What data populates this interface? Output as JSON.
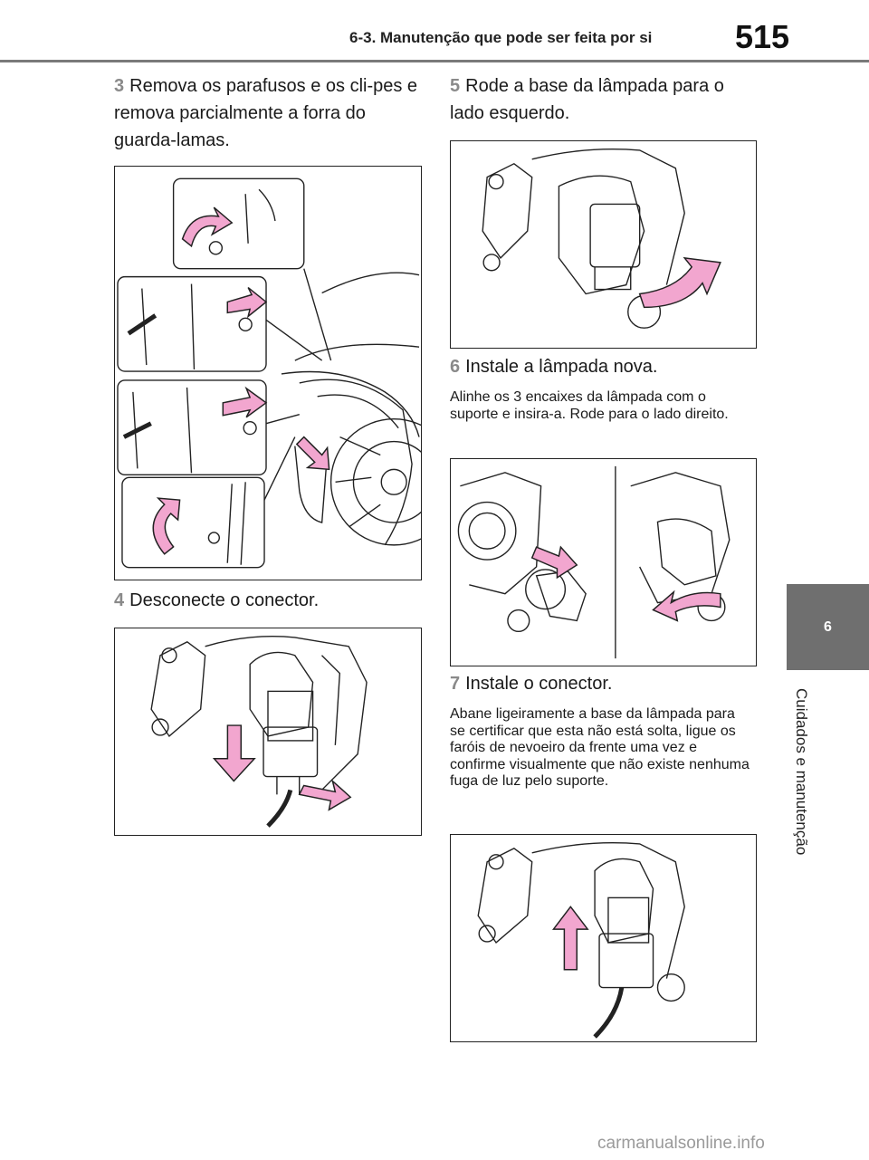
{
  "header": {
    "section_title": "6-3. Manutenção que pode ser feita por si",
    "page_number": "515"
  },
  "side_tab": {
    "chapter_number": "6",
    "chapter_label": "Cuidados e manutenção"
  },
  "steps": [
    {
      "number": "3",
      "text": "Remova os parafusos e os cli-pes e remova parcialmente a forra do guarda-lamas."
    },
    {
      "number": "4",
      "text": "Desconecte o conector."
    },
    {
      "number": "5",
      "text": "Rode a base da lâmpada para o lado esquerdo."
    },
    {
      "number": "6",
      "text": "Instale a lâmpada nova.",
      "note": "Alinhe os 3 encaixes da lâmpada com o suporte e insira-a. Rode para o lado direito."
    },
    {
      "number": "7",
      "text": "Instale o conector.",
      "note": "Abane ligeiramente a base da lâmpada para se certificar que esta não está solta, ligue os faróis de nevoeiro da frente uma vez e confirme visualmente que não existe nenhuma fuga de luz pelo suporte."
    }
  ],
  "colors": {
    "arrow_pink": "#f2a6cf",
    "tab_gray": "#6f6f6f",
    "number_gray": "#8a8a8a"
  },
  "watermark": "carmanualsonline.info"
}
